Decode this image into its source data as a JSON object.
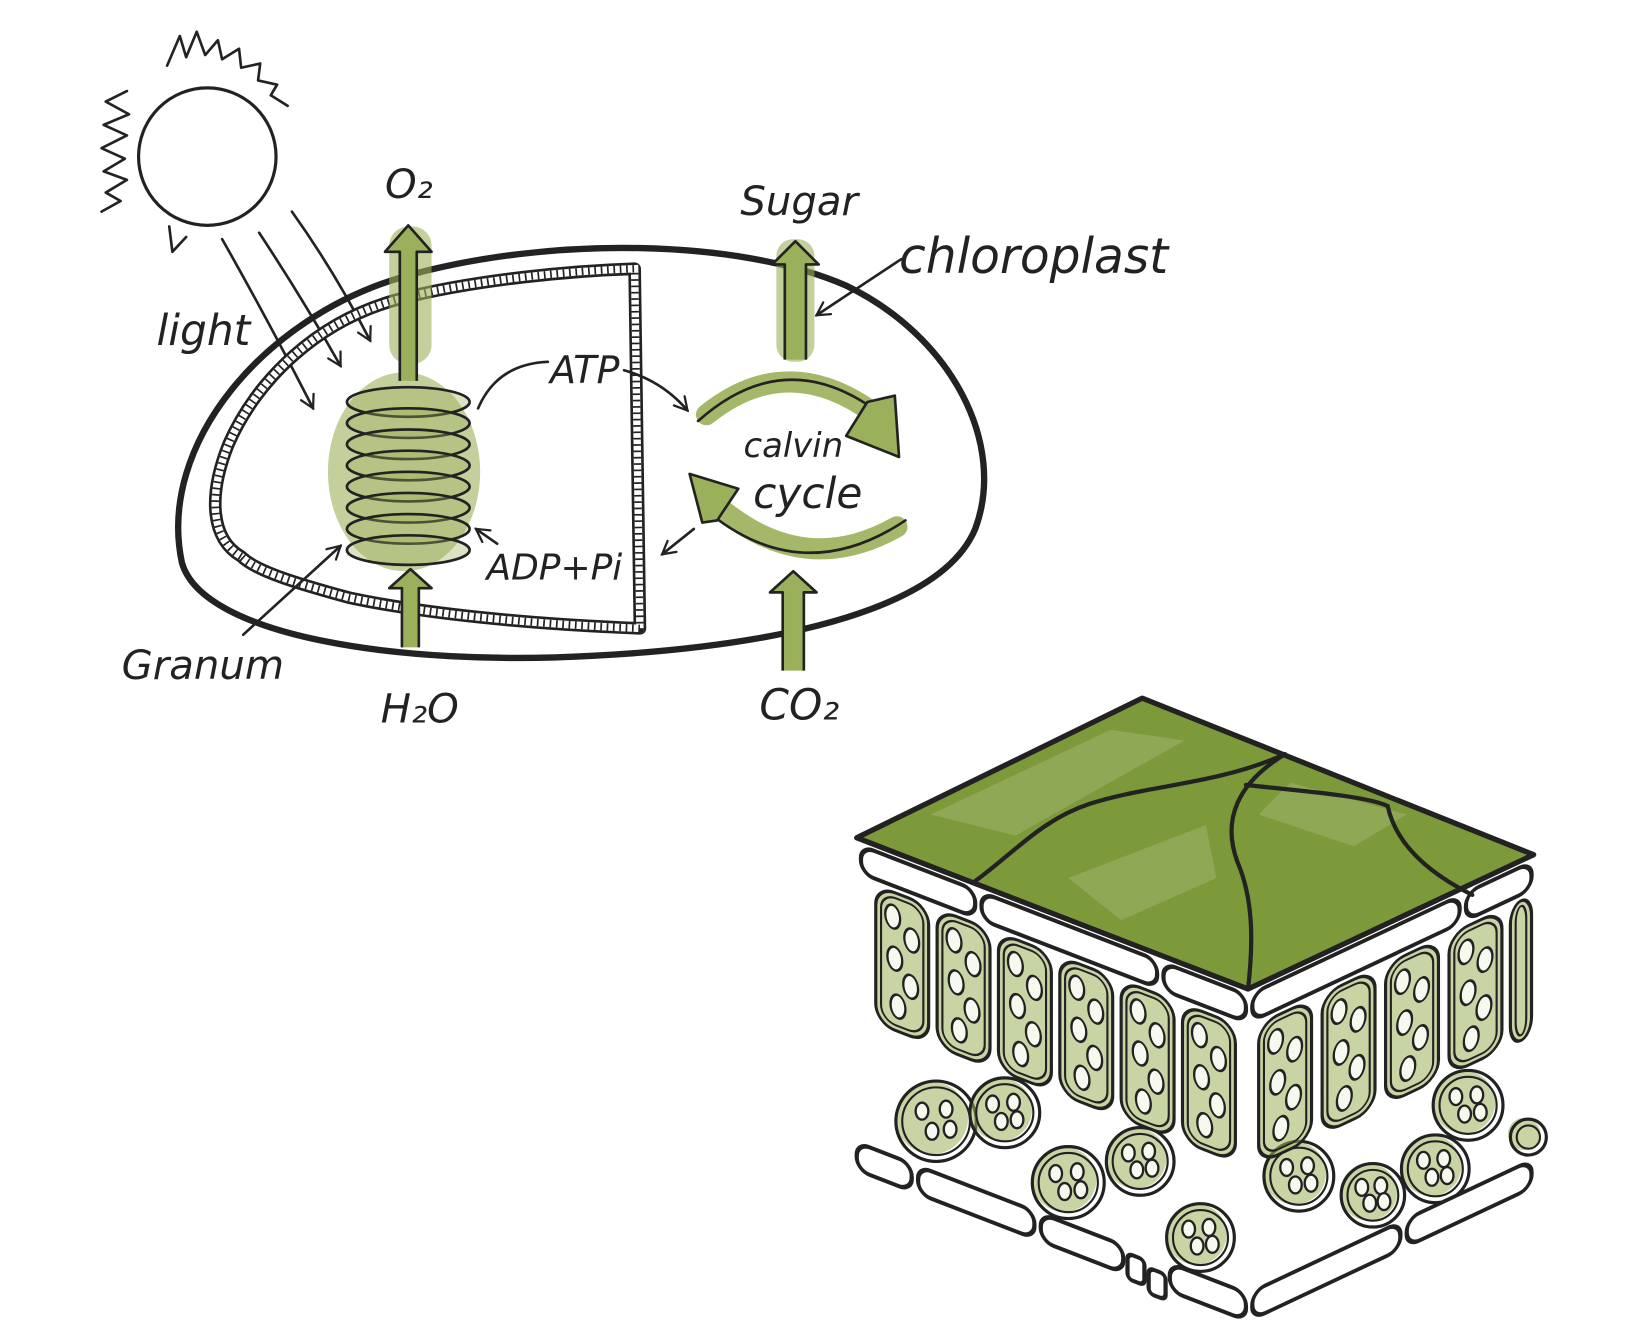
{
  "diagram": {
    "labels": {
      "light": "light",
      "o2": "O₂",
      "sugar": "Sugar",
      "chloroplast": "chloroplast",
      "atp": "ATP",
      "calvin": "calvin",
      "cycle": "cycle",
      "adp_pi": "ADP+Pi",
      "granum": "Granum",
      "h2o": "H₂O",
      "co2": "CO₂"
    },
    "icons": {
      "sun": "sun-icon"
    },
    "colors": {
      "ink": "#222222",
      "wash_green": "#9bb05a",
      "leaf_green": "#7d9a3a",
      "background": "#ffffff"
    }
  }
}
